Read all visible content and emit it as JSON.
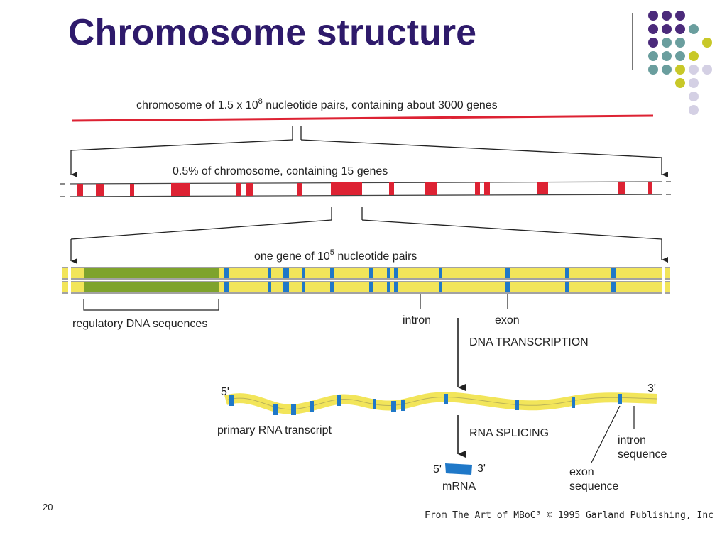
{
  "slide": {
    "title": "Chromosome structure",
    "slide_number": "20",
    "credit": "From The Art of MBoC³ © 1995 Garland Publishing, Inc"
  },
  "diagram": {
    "chromosome_label_pre": "chromosome of 1.5 x 10",
    "chromosome_label_sup": "8",
    "chromosome_label_post": " nucleotide pairs, containing about 3000 genes",
    "segment_label": "0.5% of chromosome, containing 15 genes",
    "gene_label_pre": "one gene of 10",
    "gene_label_sup": "5",
    "gene_label_post": " nucleotide pairs",
    "regulatory_label": "regulatory DNA sequences",
    "intron_label": "intron",
    "exon_label": "exon",
    "transcription_label": "DNA TRANSCRIPTION",
    "five_prime": "5'",
    "three_prime": "3'",
    "primary_transcript_label": "primary RNA transcript",
    "splicing_label": "RNA SPLICING",
    "intron_sequence_label_1": "intron",
    "intron_sequence_label_2": "sequence",
    "exon_sequence_label_1": "exon",
    "exon_sequence_label_2": "sequence",
    "mrna_label": "mRNA"
  },
  "colors": {
    "title": "#2e1a6b",
    "chromosome": "#dd2233",
    "gene_band": "#dd2233",
    "exon": "#1f78c8",
    "intron": "#f2e55a",
    "regulatory": "#7ea32c"
  },
  "decoration": {
    "dot_colors": [
      "purple #4b2a7b",
      "teal #6a9e9e",
      "yellow-green #c8c828",
      "lavender #d4d0e4"
    ]
  }
}
